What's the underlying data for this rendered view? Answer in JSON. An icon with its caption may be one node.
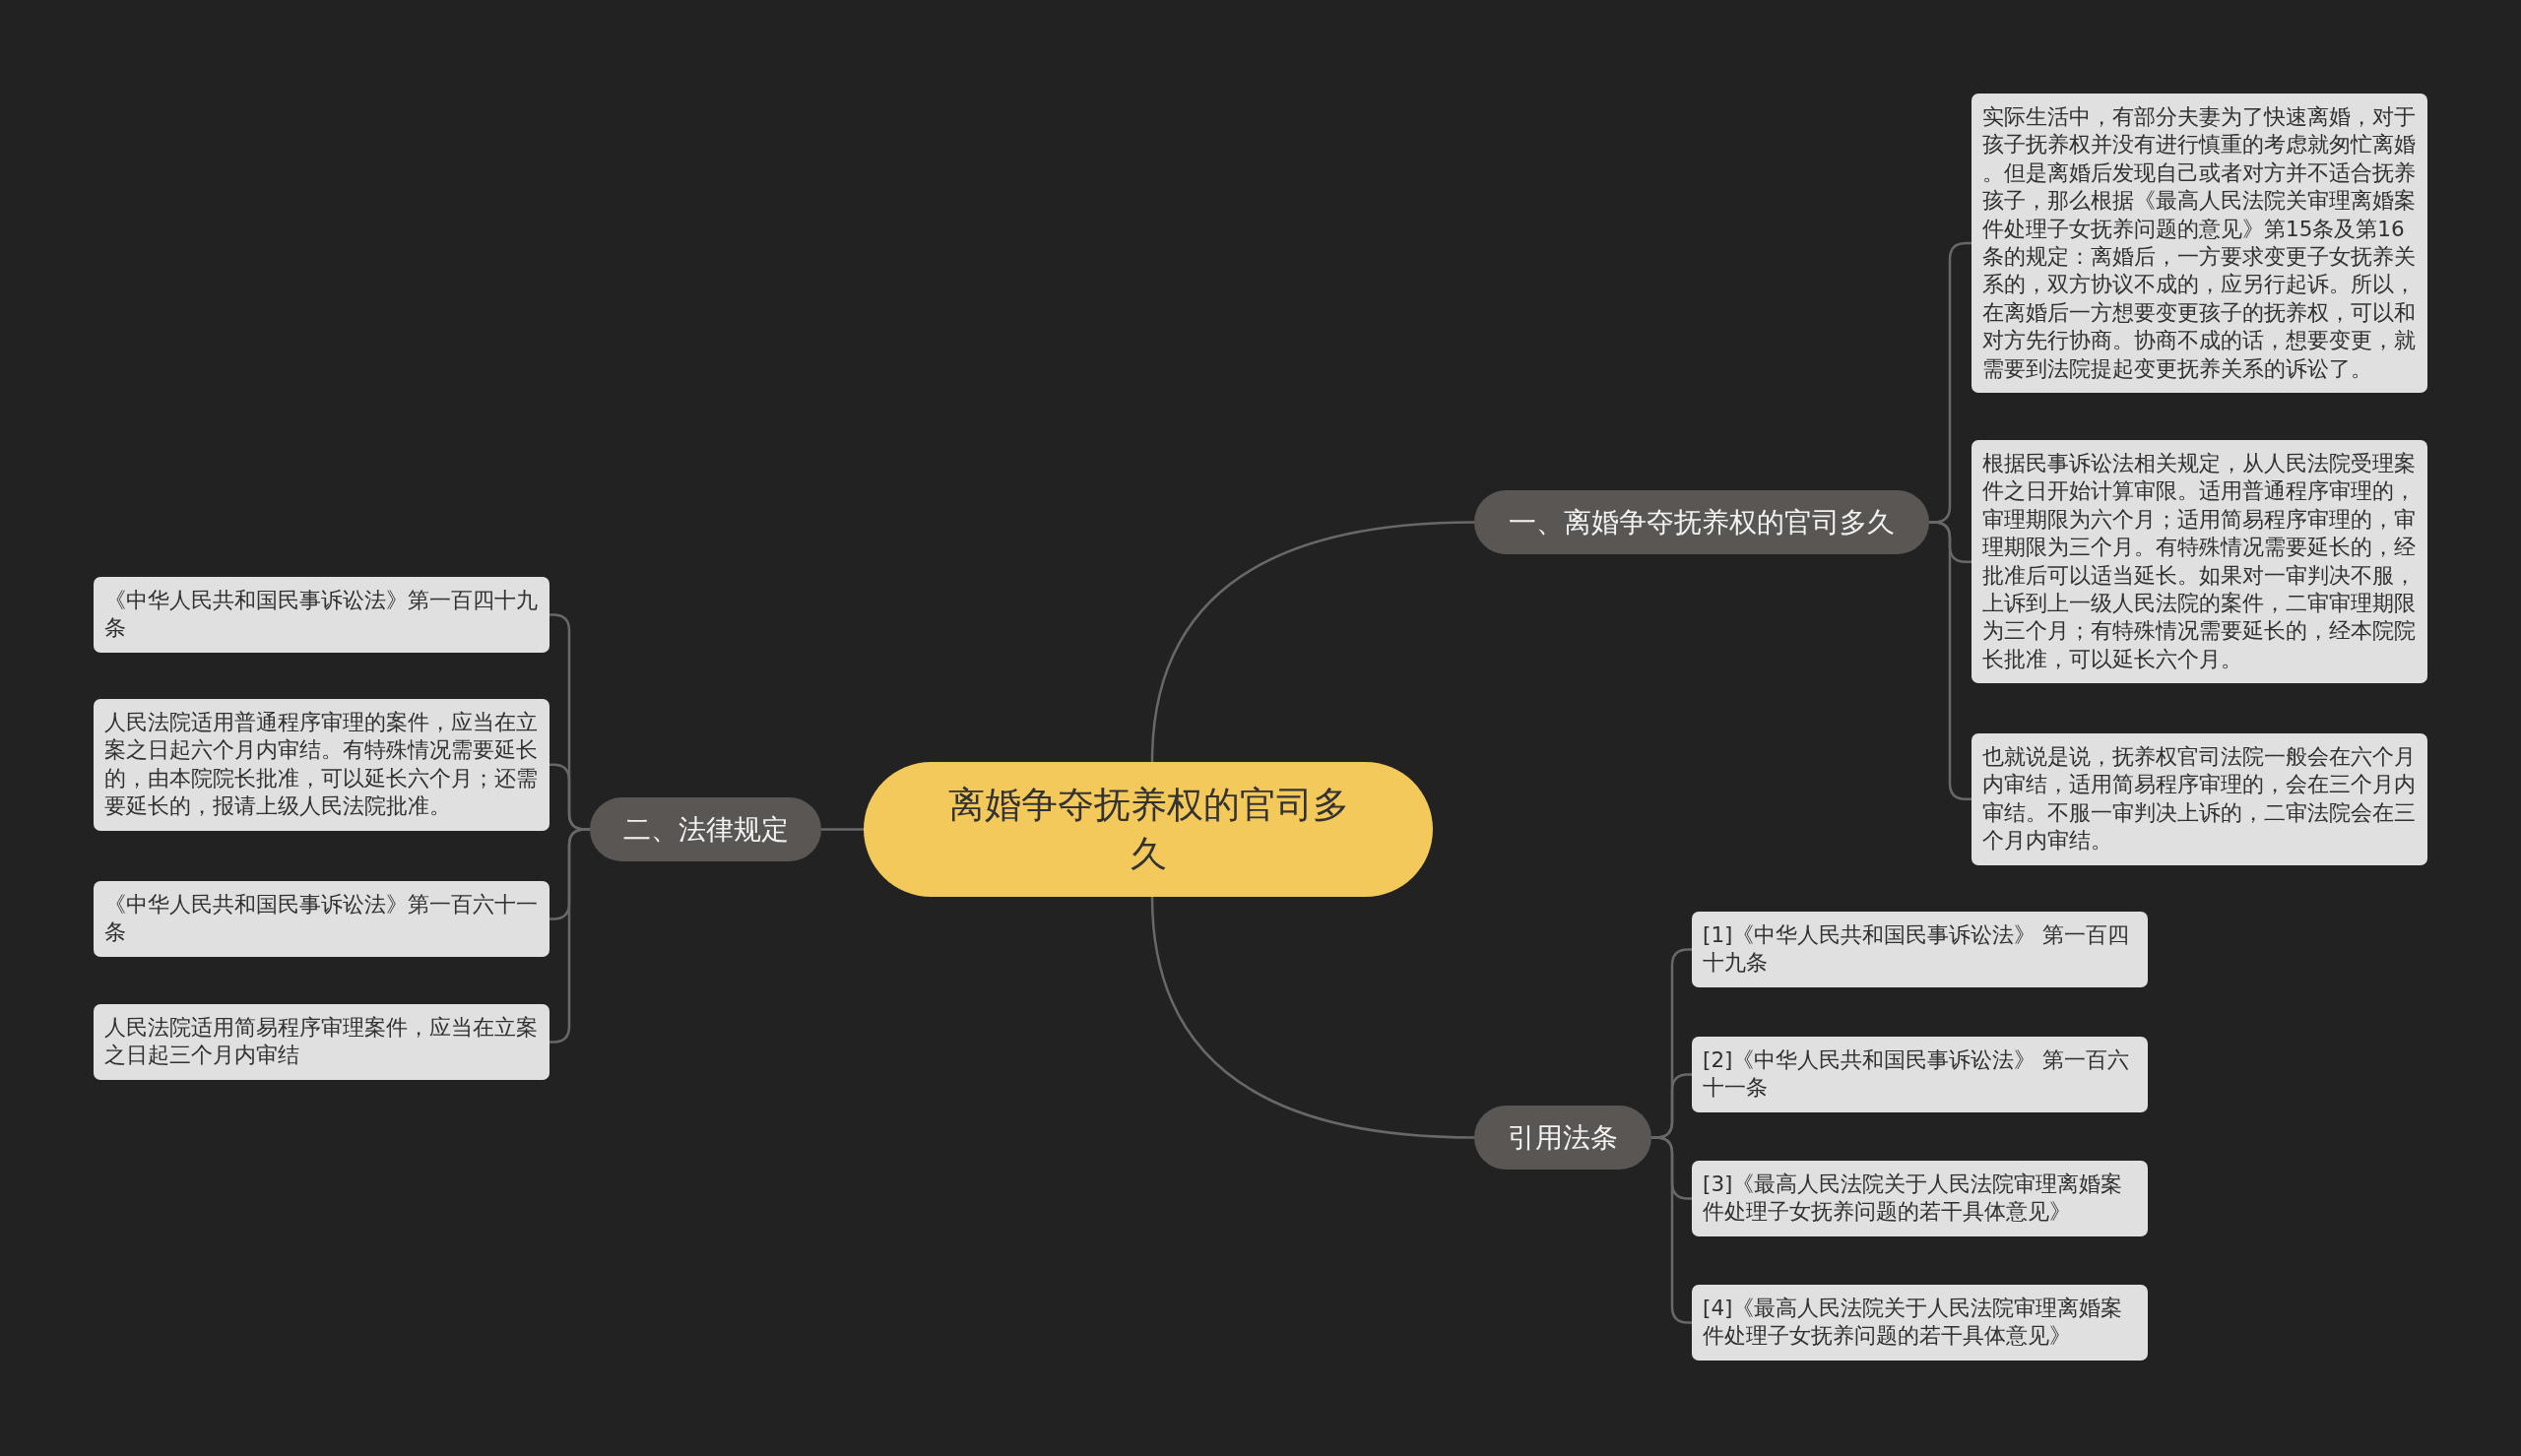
{
  "diagram": {
    "nodes": [
      {
        "text": [
          "离婚争夺抚养权的官司多久"
        ]
      },
      {
        "text": [
          "一、离婚争夺抚养权的官司多久"
        ]
      },
      {
        "text": [
          "实际生活中，有部分夫妻为了快速离婚，对于孩子抚养权并没有进行慎重的考虑就匆忙离婚。但是离婚后发现自己或者对方并不适合抚养孩子，那么根据《最高人民法院关审理离婚案件处理子女抚养问题的意见》第15条及第16条的规定：离婚后，一方要求变更子女抚养关系的，双方协议不成的，应另行起诉。所以，在离婚后一方想要变更孩子的抚养权，可以和对方先行协商。协商不成的话，想要变更，就需要到法院提起变更抚养关系的诉讼了。"
        ]
      },
      {
        "text": [
          "根据民事诉讼法相关规定，从人民法院受理案件之日开始计算审限。适用普通程序审理的，审理期限为六个月；适用简易程序审理的，审理期限为三个月。有特殊情况需要延长的，经批准后可以适当延长。如果对一审判决不服，上诉到上一级人民法院的案件，二审审理期限为三个月；有特殊情况需要延长的，经本院院长批准，可以延长六个月。"
        ]
      },
      {
        "text": [
          "也就说是说，抚养权官司法院一般会在六个月内审结，适用简易程序审理的，会在三个月内审结。不服一审判决上诉的，二审法院会在三个月内审结。"
        ]
      },
      {
        "text": [
          "二、法律规定"
        ]
      },
      {
        "text": [
          "《中华人民共和国民事诉讼法》第一百四十九条"
        ]
      },
      {
        "text": [
          "人民法院适用普通程序审理的案件，应当在立案之日起六个月内审结。有特殊情况需要延长的，由本院院长批准，可以延长六个月；还需要延长的，报请上级人民法院批准。"
        ]
      },
      {
        "text": [
          "《中华人民共和国民事诉讼法》第一百六十一条"
        ]
      },
      {
        "text": [
          "人民法院适用简易程序审理案件，应当在立案之日起三个月内审结"
        ]
      },
      {
        "text": [
          "引用法条"
        ]
      },
      {
        "text": [
          "[1]《中华人民共和国民事诉讼法》 第一百四十九条"
        ]
      },
      {
        "text": [
          "[2]《中华人民共和国民事诉讼法》 第一百六十一条"
        ]
      },
      {
        "text": [
          "[3]《最高人民法院关于人民法院审理离婚案件处理子女抚养问题的若干具体意见》"
        ]
      },
      {
        "text": [
          "[4]《最高人民法院关于人民法院审理离婚案件处理子女抚养问题的若干具体意见》"
        ]
      }
    ],
    "edges": [
      {
        "from": 0,
        "to": 1,
        "arrow": "none"
      },
      {
        "from": 1,
        "to": 2,
        "arrow": "none"
      },
      {
        "from": 1,
        "to": 3,
        "arrow": "none"
      },
      {
        "from": 1,
        "to": 4,
        "arrow": "none"
      },
      {
        "from": 0,
        "to": 5,
        "arrow": "none"
      },
      {
        "from": 5,
        "to": 6,
        "arrow": "none"
      },
      {
        "from": 5,
        "to": 7,
        "arrow": "none"
      },
      {
        "from": 5,
        "to": 8,
        "arrow": "none"
      },
      {
        "from": 5,
        "to": 9,
        "arrow": "none"
      },
      {
        "from": 0,
        "to": 10,
        "arrow": "none"
      },
      {
        "from": 10,
        "to": 11,
        "arrow": "none"
      },
      {
        "from": 10,
        "to": 12,
        "arrow": "none"
      },
      {
        "from": 10,
        "to": 13,
        "arrow": "none"
      },
      {
        "from": 10,
        "to": 14,
        "arrow": "none"
      }
    ]
  }
}
